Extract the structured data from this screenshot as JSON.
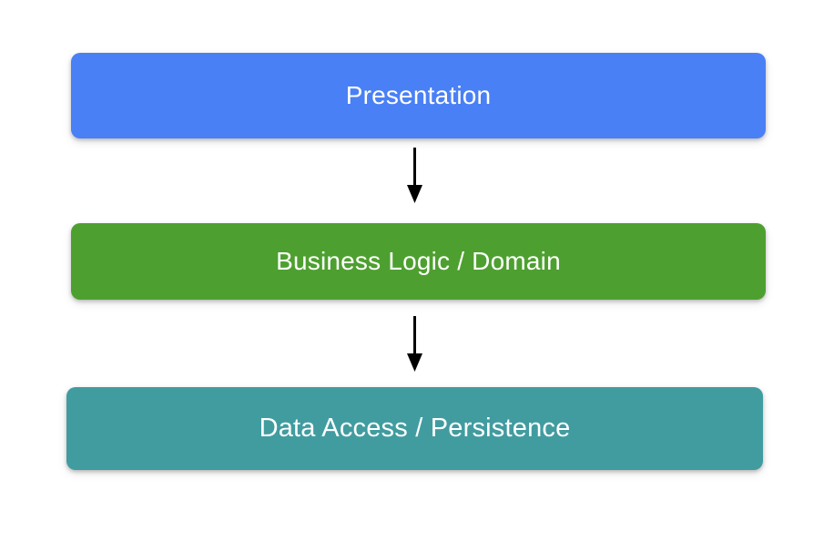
{
  "diagram": {
    "type": "layered-architecture",
    "background_color": "#ffffff",
    "layers": [
      {
        "id": "presentation",
        "label": "Presentation",
        "color": "#4a80f5",
        "text_color": "#ffffff",
        "order": 1
      },
      {
        "id": "business-logic",
        "label": "Business Logic / Domain",
        "color": "#4da02f",
        "text_color": "#ffffff",
        "order": 2
      },
      {
        "id": "data-access",
        "label": "Data Access / Persistence",
        "color": "#419ca0",
        "text_color": "#ffffff",
        "order": 3
      }
    ],
    "connectors": [
      {
        "id": "presentation-to-business",
        "from": "presentation",
        "to": "business-logic",
        "direction": "down",
        "color": "#000000",
        "head": "solid-triangle"
      },
      {
        "id": "business-to-data",
        "from": "business-logic",
        "to": "data-access",
        "direction": "down",
        "color": "#000000",
        "head": "solid-triangle"
      }
    ]
  }
}
